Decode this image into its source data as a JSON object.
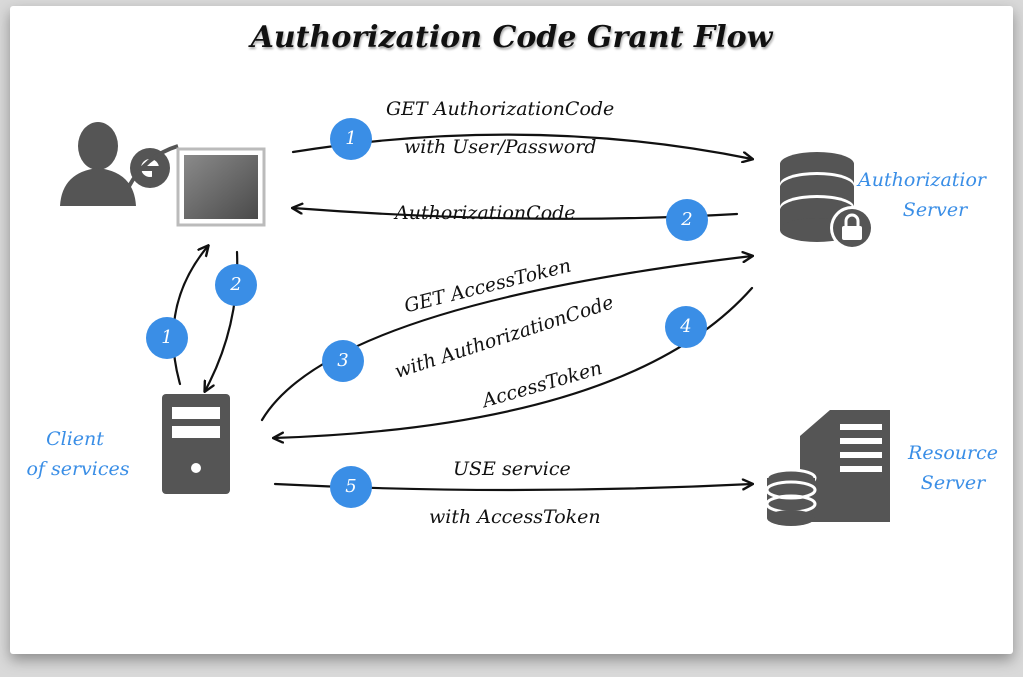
{
  "title": "Authorization Code Grant Flow",
  "actors": {
    "client": {
      "line1": "Client",
      "line2": "of services"
    },
    "auth_server": {
      "line1": "Authorizatior",
      "line2": "Server"
    },
    "resource_server": {
      "line1": "Resource",
      "line2": "Server"
    }
  },
  "flows": {
    "f1_line1": "GET AuthorizationCode",
    "f1_line2": "with User/Password",
    "f2": "AuthorizationCode",
    "f3_line1": "GET AccessToken",
    "f3_line2": "with AuthorizationCode",
    "f4": "AccessToken",
    "f5_line1": "USE service",
    "f5_line2": "with AccessToken"
  },
  "badges": [
    "1",
    "2",
    "3",
    "4",
    "5"
  ],
  "colors": {
    "accent": "#3a8ee6",
    "icon": "#555555"
  }
}
